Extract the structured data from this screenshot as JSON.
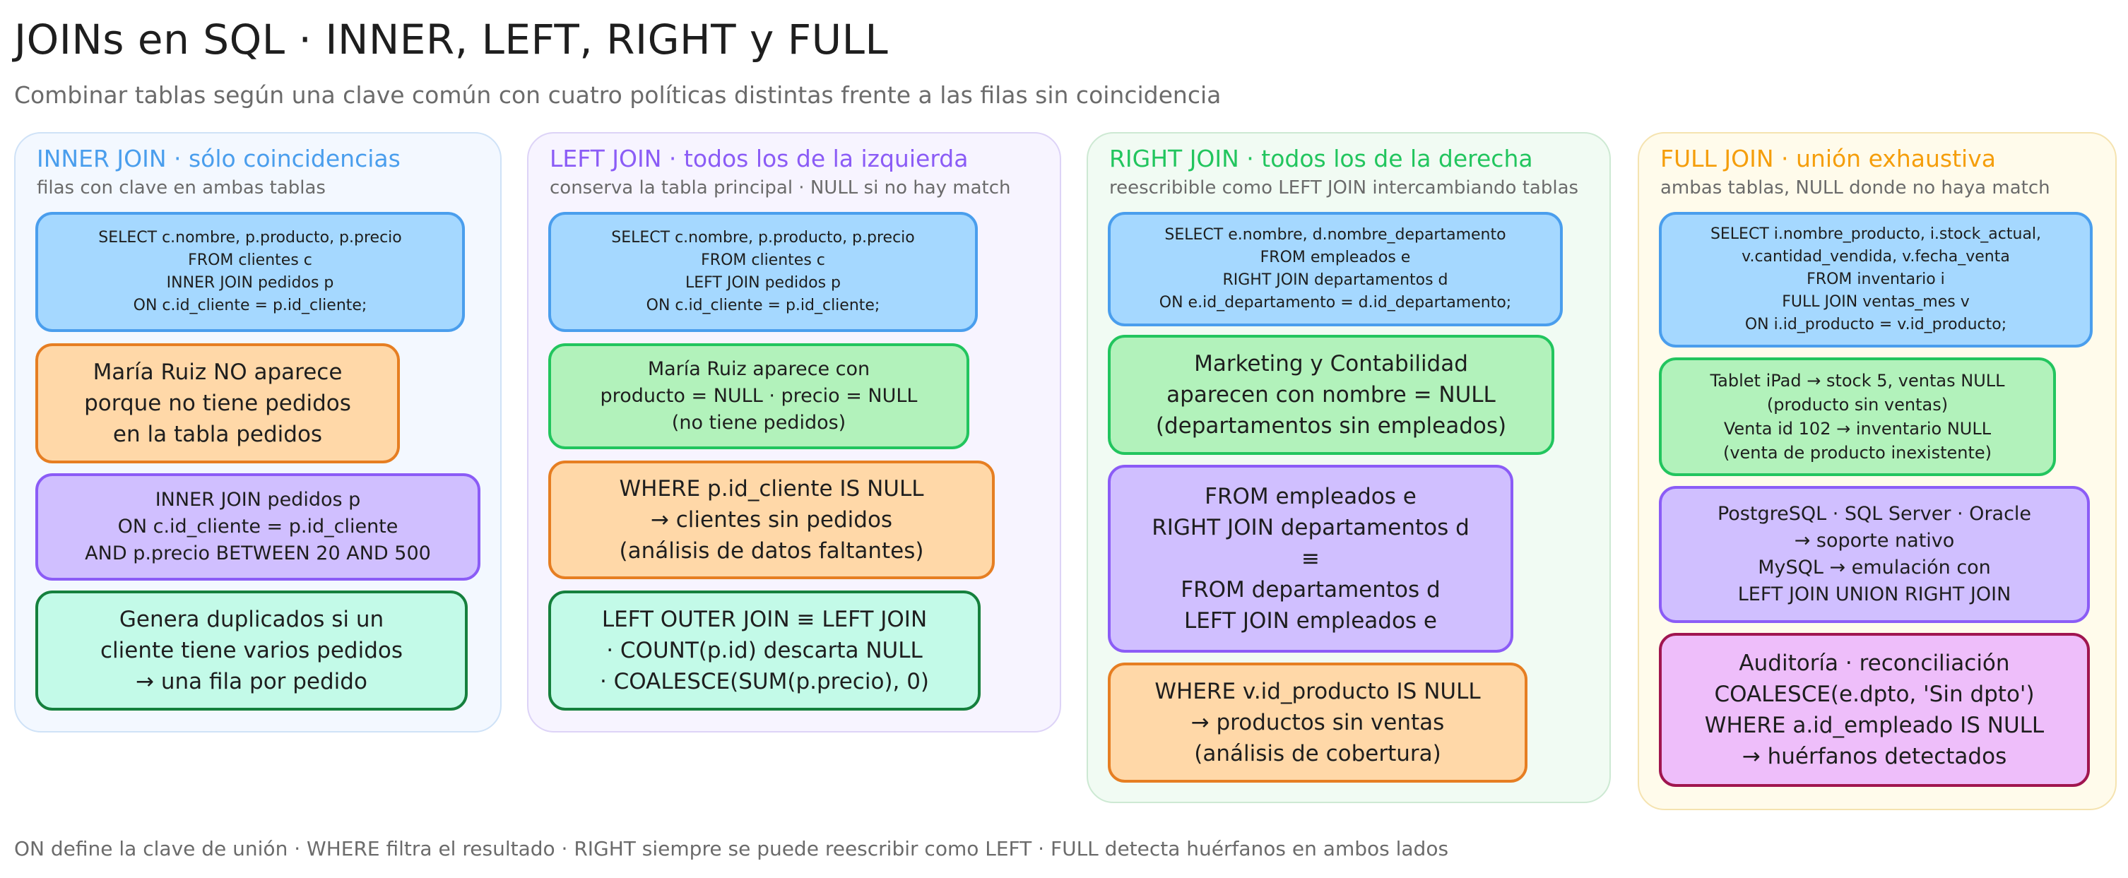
{
  "title": "JOINs en SQL · INNER, LEFT, RIGHT y FULL",
  "subtitle": "Combinar tablas según una clave común con cuatro políticas distintas frente a las filas sin coincidencia",
  "footer": "ON define la clave de unión · WHERE filtra el resultado · RIGHT siempre se puede reescribir como LEFT · FULL detecta huérfanos en ambos lados",
  "colors": {
    "inner_title": "#4a9eed",
    "left_title": "#8b5cf6",
    "right_title": "#22c55e",
    "full_title": "#f59e0b",
    "inner_panel": "#f3f8ff",
    "left_panel": "#f7f4ff",
    "right_panel": "#f1fbf3",
    "full_panel": "#fffbeb"
  },
  "columns": {
    "inner": {
      "title": "INNER JOIN · sólo coincidencias",
      "subtitle": "filas con clave en ambas tablas",
      "boxes": [
        "SELECT c.nombre, p.producto, p.precio\nFROM clientes c\nINNER JOIN pedidos p\nON c.id_cliente = p.id_cliente;",
        "María Ruiz NO aparece\nporque no tiene pedidos\nen la tabla pedidos",
        "INNER JOIN pedidos p\nON c.id_cliente = p.id_cliente\nAND p.precio BETWEEN 20 AND 500",
        "Genera duplicados si un\ncliente tiene varios pedidos\n→ una fila por pedido"
      ]
    },
    "left": {
      "title": "LEFT JOIN · todos los de la izquierda",
      "subtitle": "conserva la tabla principal · NULL si no hay match",
      "boxes": [
        "SELECT c.nombre, p.producto, p.precio\nFROM clientes c\nLEFT JOIN pedidos p\nON c.id_cliente = p.id_cliente;",
        "María Ruiz aparece con\nproducto = NULL · precio = NULL\n(no tiene pedidos)",
        "WHERE p.id_cliente IS NULL\n→ clientes sin pedidos\n(análisis de datos faltantes)",
        "LEFT OUTER JOIN ≡ LEFT JOIN\n· COUNT(p.id) descarta NULL\n· COALESCE(SUM(p.precio), 0)"
      ]
    },
    "right": {
      "title": "RIGHT JOIN · todos los de la derecha",
      "subtitle": "reescribible como LEFT JOIN intercambiando tablas",
      "boxes": [
        "SELECT e.nombre, d.nombre_departamento\nFROM empleados e\nRIGHT JOIN departamentos d\nON e.id_departamento = d.id_departamento;",
        "Marketing y Contabilidad\naparecen con nombre = NULL\n(departamentos sin empleados)",
        "FROM empleados e\nRIGHT JOIN departamentos d\n≡\nFROM departamentos d\nLEFT JOIN empleados e",
        "WHERE v.id_producto IS NULL\n→ productos sin ventas\n(análisis de cobertura)"
      ]
    },
    "full": {
      "title": "FULL JOIN · unión exhaustiva",
      "subtitle": "ambas tablas, NULL donde no haya match",
      "boxes": [
        "SELECT i.nombre_producto, i.stock_actual,\nv.cantidad_vendida, v.fecha_venta\nFROM inventario i\nFULL JOIN ventas_mes v\nON i.id_producto = v.id_producto;",
        "Tablet iPad → stock 5, ventas NULL\n(producto sin ventas)\nVenta id 102 → inventario NULL\n(venta de producto inexistente)",
        "PostgreSQL · SQL Server · Oracle\n→ soporte nativo\nMySQL → emulación con\nLEFT JOIN UNION RIGHT JOIN",
        "Auditoría · reconciliación\nCOALESCE(e.dpto, 'Sin dpto')\nWHERE a.id_empleado IS NULL\n→ huérfanos detectados"
      ]
    }
  }
}
